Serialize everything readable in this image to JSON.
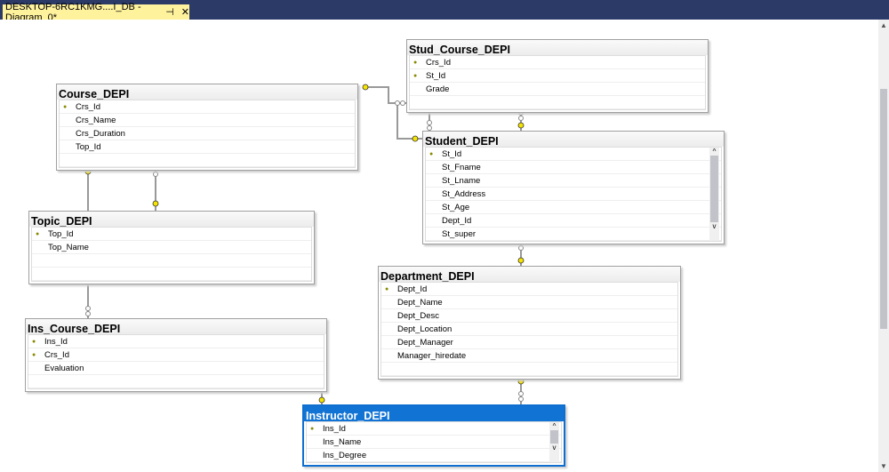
{
  "tab": {
    "title": "DESKTOP-6RC1KMG....I_DB - Diagram_0*",
    "pin_icon": "pin-icon",
    "close_icon": "close-icon",
    "pin": "⊣",
    "close": "✕"
  },
  "colors": {
    "titlebar": "#2b3a67",
    "tab": "#fff29d",
    "selected": "#1173d4",
    "key": "#f5e400"
  },
  "tables": {
    "stud_course": {
      "name": "Stud_Course_DEPI",
      "columns": [
        {
          "name": "Crs_Id",
          "pk": true
        },
        {
          "name": "St_Id",
          "pk": true
        },
        {
          "name": "Grade",
          "pk": false
        }
      ]
    },
    "course": {
      "name": "Course_DEPI",
      "columns": [
        {
          "name": "Crs_Id",
          "pk": true
        },
        {
          "name": "Crs_Name",
          "pk": false
        },
        {
          "name": "Crs_Duration",
          "pk": false
        },
        {
          "name": "Top_Id",
          "pk": false
        }
      ]
    },
    "student": {
      "name": "Student_DEPI",
      "columns": [
        {
          "name": "St_Id",
          "pk": true
        },
        {
          "name": "St_Fname",
          "pk": false
        },
        {
          "name": "St_Lname",
          "pk": false
        },
        {
          "name": "St_Address",
          "pk": false
        },
        {
          "name": "St_Age",
          "pk": false
        },
        {
          "name": "Dept_Id",
          "pk": false
        },
        {
          "name": "St_super",
          "pk": false
        }
      ]
    },
    "topic": {
      "name": "Topic_DEPI",
      "columns": [
        {
          "name": "Top_Id",
          "pk": true
        },
        {
          "name": "Top_Name",
          "pk": false
        }
      ]
    },
    "department": {
      "name": "Department_DEPI",
      "columns": [
        {
          "name": "Dept_Id",
          "pk": true
        },
        {
          "name": "Dept_Name",
          "pk": false
        },
        {
          "name": "Dept_Desc",
          "pk": false
        },
        {
          "name": "Dept_Location",
          "pk": false
        },
        {
          "name": "Dept_Manager",
          "pk": false
        },
        {
          "name": "Manager_hiredate",
          "pk": false
        }
      ]
    },
    "ins_course": {
      "name": "Ins_Course_DEPI",
      "columns": [
        {
          "name": "Ins_Id",
          "pk": true
        },
        {
          "name": "Crs_Id",
          "pk": true
        },
        {
          "name": "Evaluation",
          "pk": false
        }
      ]
    },
    "instructor": {
      "name": "Instructor_DEPI",
      "selected": true,
      "columns": [
        {
          "name": "Ins_Id",
          "pk": true
        },
        {
          "name": "Ins_Name",
          "pk": false
        },
        {
          "name": "Ins_Degree",
          "pk": false
        }
      ]
    }
  }
}
